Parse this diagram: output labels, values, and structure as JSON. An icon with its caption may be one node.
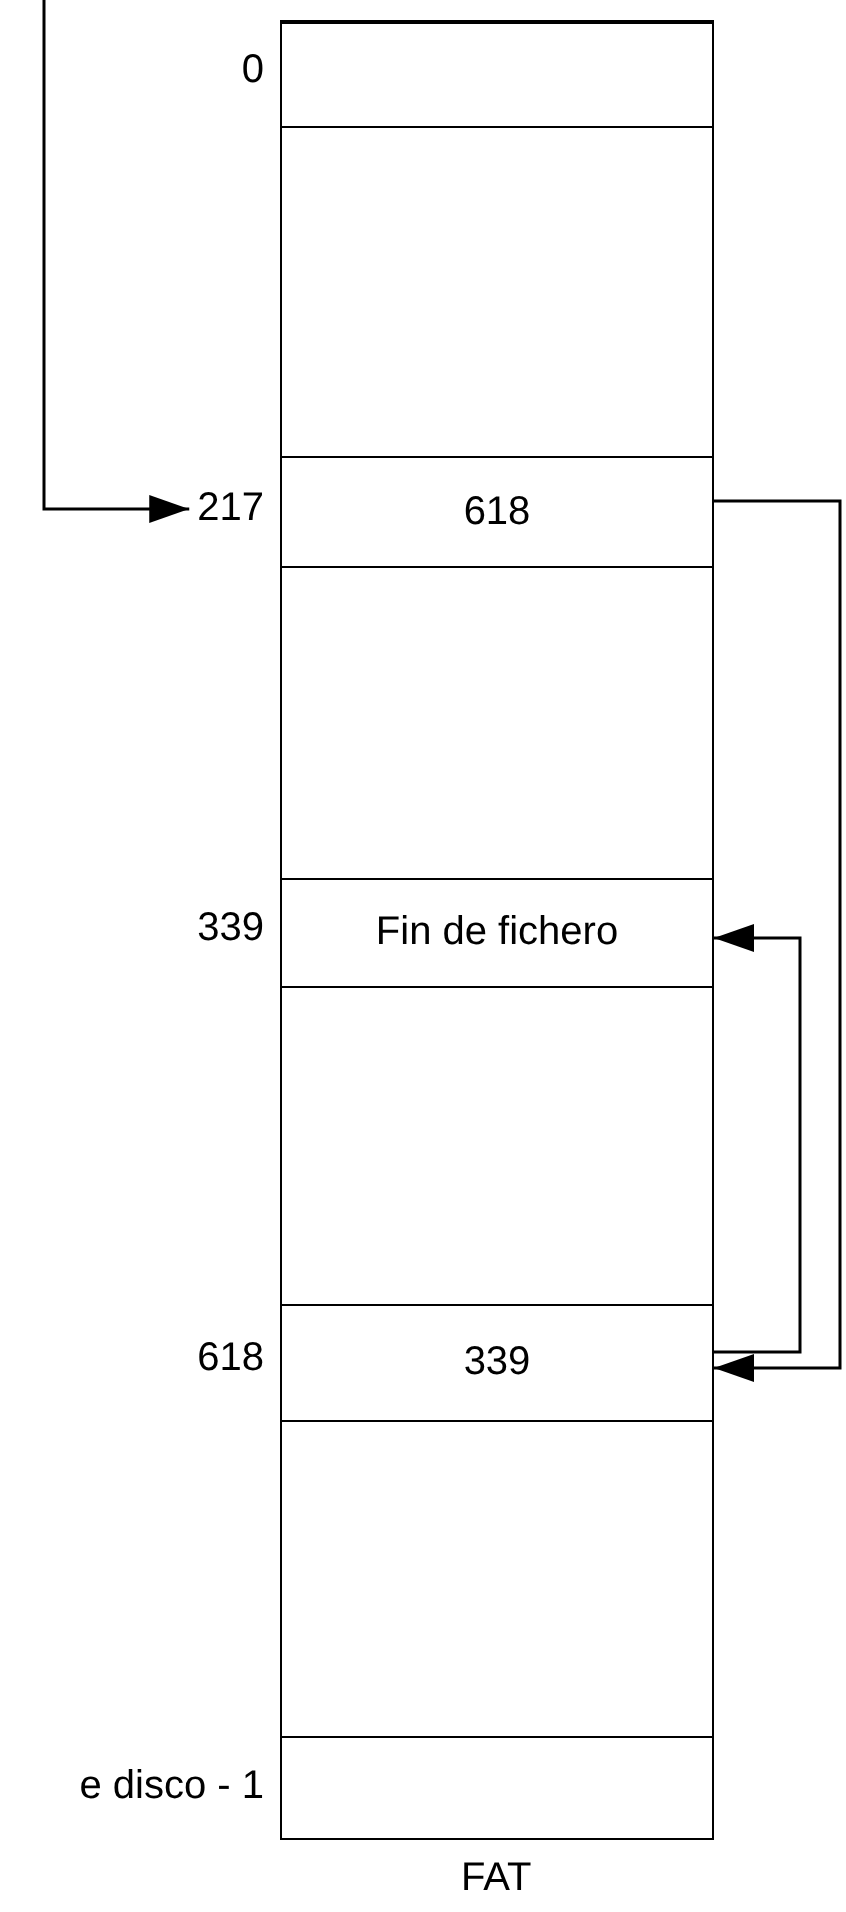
{
  "diagram": {
    "nodes": [
      {
        "text": [
          "FAT"
        ]
      },
      {
        "text": [],
        "shape": "box",
        "in": 0,
        "beside": [
          "0"
        ]
      },
      {
        "text": [],
        "shape": "box",
        "in": 0
      },
      {
        "text": [
          "618"
        ],
        "in": 0,
        "beside": [
          "217"
        ]
      },
      {
        "text": [],
        "shape": "box",
        "in": 0
      },
      {
        "text": [
          "Fin de fichero"
        ],
        "in": 0,
        "beside": [
          "339"
        ]
      },
      {
        "text": [],
        "shape": "box",
        "in": 0
      },
      {
        "text": [
          "339"
        ],
        "in": 0,
        "beside": [
          "618"
        ]
      },
      {
        "text": [],
        "shape": "box",
        "in": 0
      },
      {
        "text": [],
        "shape": "box",
        "in": 0,
        "beside": [
          "e disco - 1"
        ]
      }
    ],
    "edges": [
      {
        "from": null,
        "to": 3,
        "arrow": "to"
      },
      {
        "from": 3,
        "to": 7,
        "arrow": "to"
      },
      {
        "from": 7,
        "to": 5,
        "arrow": "to"
      }
    ]
  }
}
